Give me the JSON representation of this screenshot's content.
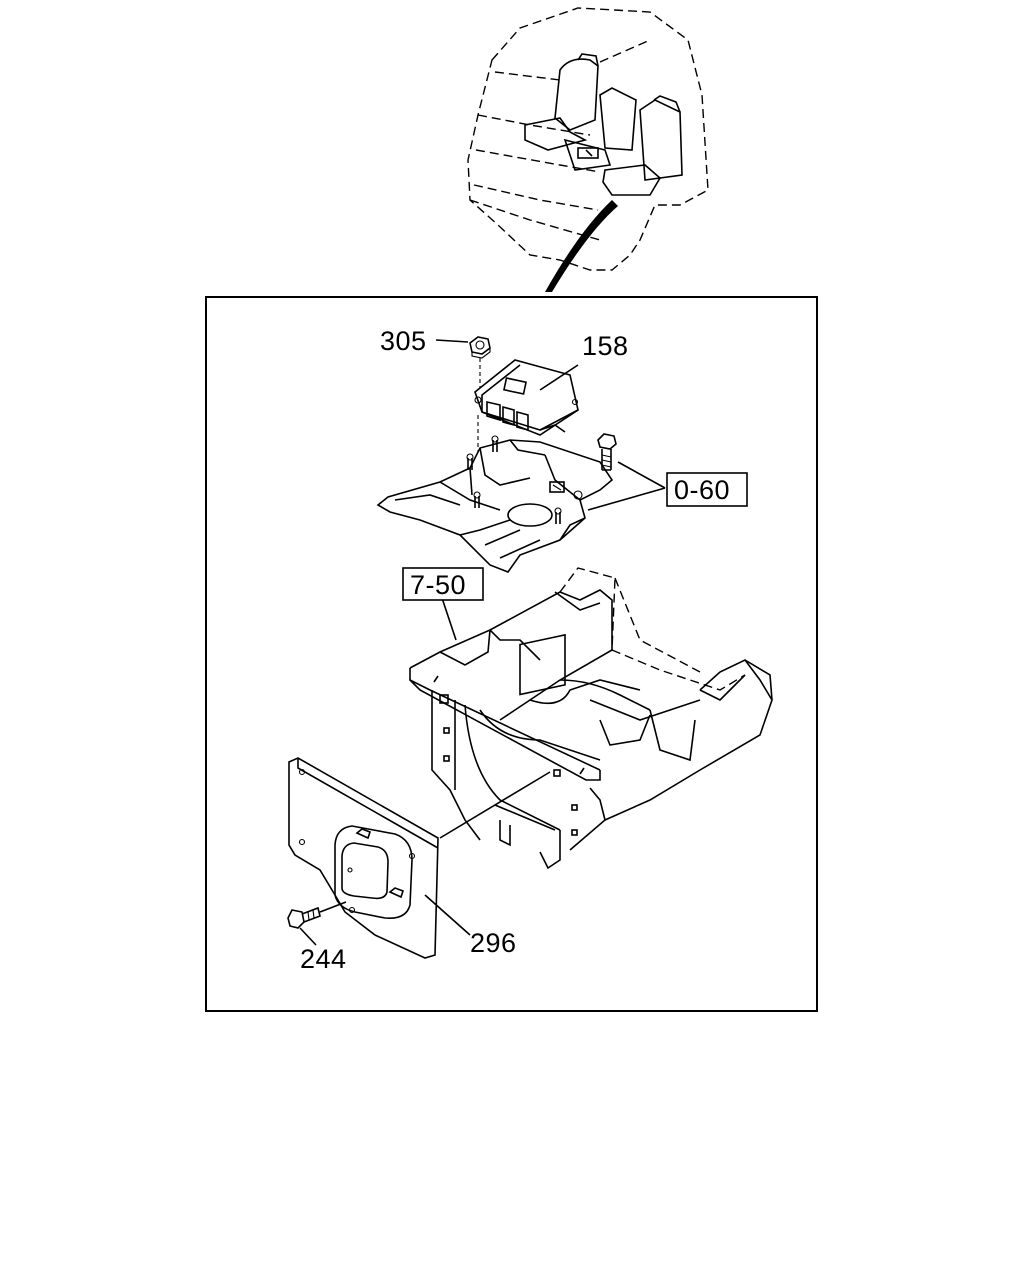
{
  "callouts": {
    "c305": "305",
    "c158": "158",
    "c060": "0-60",
    "c750": "7-50",
    "c296": "296",
    "c244": "244"
  },
  "icons": [
    "cab-overview",
    "control-unit",
    "mounting-bracket",
    "floor-frame",
    "cover-plate",
    "bolt",
    "nut"
  ]
}
